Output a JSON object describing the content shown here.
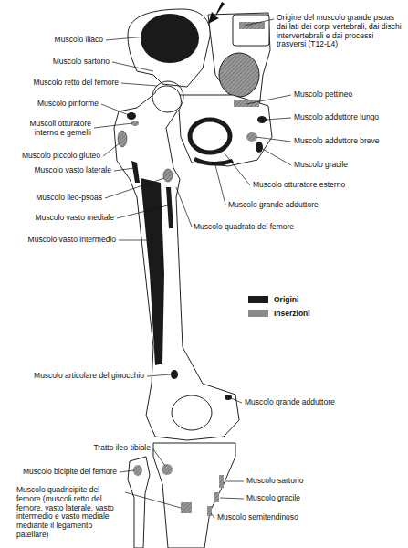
{
  "diagram": {
    "labels": [
      "Origine del muscolo grande psoas dai lati dei corpi vertebrali, dai dischi intervertebrali e dai processi trasversi (T12-L4)",
      "Muscolo iliaco",
      "Muscolo sartorio",
      "Muscolo retto del femore",
      "Muscolo piriforme",
      "Muscolo pettineo",
      "Muscoli otturatore interno e gemelli",
      "Muscolo adduttore lungo",
      "Muscolo adduttore breve",
      "Muscolo piccolo gluteo",
      "Muscolo gracile",
      "Muscolo vasto laterale",
      "Muscolo otturatore esterno",
      "Muscolo ileo-psoas",
      "Muscolo grande adduttore",
      "Muscolo vasto mediale",
      "Muscolo quadrato del femore",
      "Muscolo vasto intermedio",
      "Muscolo articolare del ginocchio",
      "Muscolo grande adduttore",
      "Tratto ileo-tibiale",
      "Muscolo bicipite del femore",
      "Muscolo sartorio",
      "Muscolo quadricipite del femore (muscoli retto del femore, vasto laterale, vasto intermedio e vasto mediale mediante il legamento patellare)",
      "Muscolo gracile",
      "Muscolo semitendinoso"
    ],
    "legend": [
      {
        "text": "Origini",
        "color": "#1a1a1a"
      },
      {
        "text": "Inserzioni",
        "color": "#8a8a8a"
      }
    ]
  }
}
